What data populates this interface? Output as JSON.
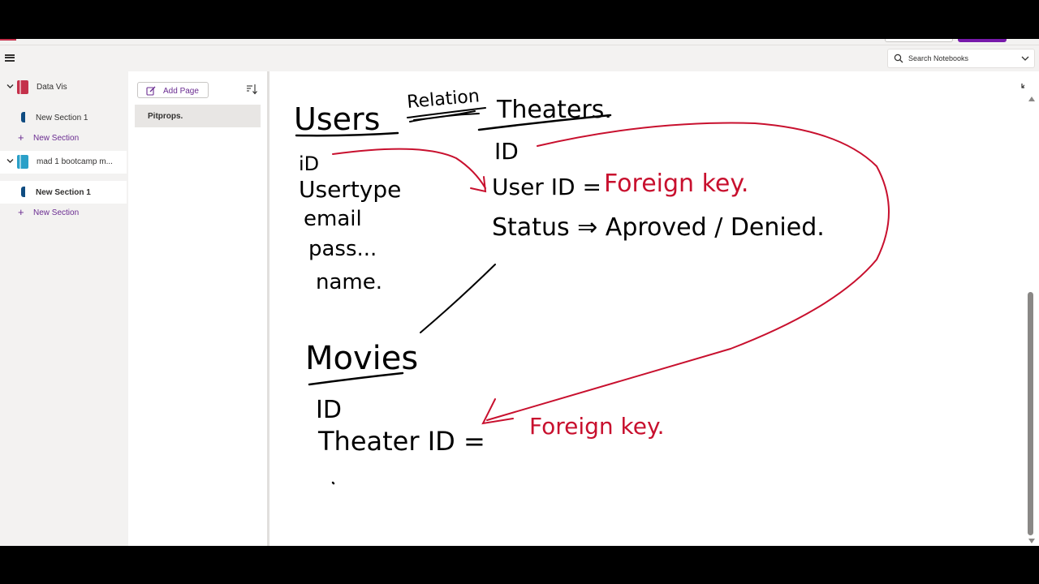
{
  "search": {
    "placeholder": "Search Notebooks"
  },
  "notebooks": [
    {
      "name": "Data Vis",
      "color": "#c4314b",
      "sections": [
        {
          "name": "New Section 1",
          "color": "#0f4c81"
        }
      ],
      "new_section_label": "New Section"
    },
    {
      "name": "mad 1 bootcamp m...",
      "color": "#2aa0c8",
      "sections": [
        {
          "name": "New Section 1",
          "color": "#0f4c81",
          "active": true
        }
      ],
      "new_section_label": "New Section"
    }
  ],
  "page_list": {
    "add_page_label": "Add Page",
    "pages": [
      {
        "title": "Pitprops.",
        "selected": true
      }
    ]
  },
  "ink": {
    "users_title": "Users",
    "users_fields": [
      "iD",
      "Usertype",
      "email",
      "pass...",
      "name."
    ],
    "relation_label": "Relation",
    "theaters_title": "Theaters.",
    "theaters_fields": [
      "ID",
      "User ID =",
      "Status ⇒ Aproved / Denied."
    ],
    "theater_user_fk": "Foreign key.",
    "movies_title": "Movies",
    "movies_fields": [
      "ID",
      "Theater ID ="
    ],
    "movie_theater_fk": "Foreign key.",
    "ink_black": "#000000",
    "ink_red": "#c8102e"
  },
  "colors": {
    "accent": "#7719aa",
    "nav_bg": "#f3f2f1",
    "link": "#6a2c91"
  }
}
